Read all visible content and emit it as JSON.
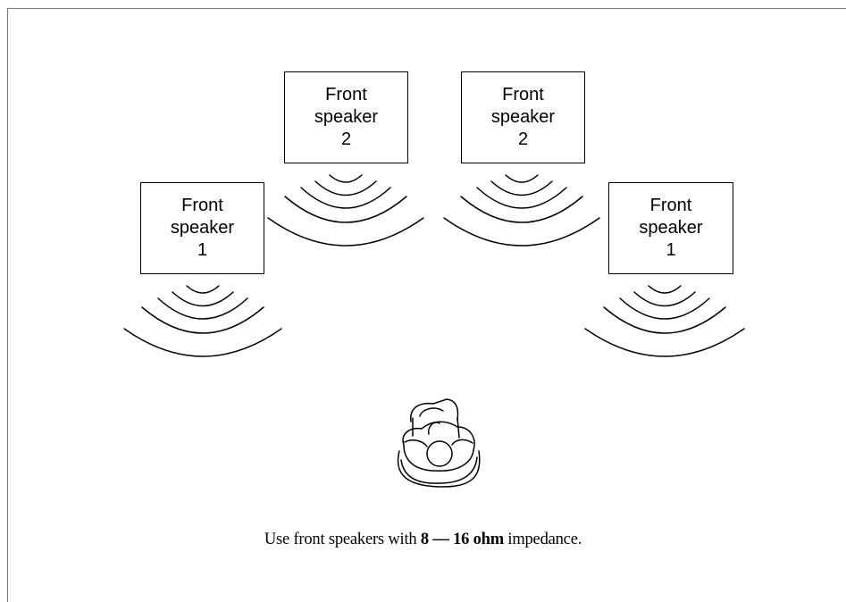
{
  "speakers": {
    "front_left_1": {
      "line1": "Front",
      "line2": "speaker",
      "line3": "1"
    },
    "front_left_2": {
      "line1": "Front",
      "line2": "speaker",
      "line3": "2"
    },
    "front_right_2": {
      "line1": "Front",
      "line2": "speaker",
      "line3": "2"
    },
    "front_right_1": {
      "line1": "Front",
      "line2": "speaker",
      "line3": "1"
    }
  },
  "caption": {
    "prefix": "Use front speakers with ",
    "emphasis": "8 — 16 ohm",
    "suffix": " impedance."
  },
  "icons": {
    "listener": "listener-in-armchair-icon",
    "sound": "sound-wave-icon"
  }
}
